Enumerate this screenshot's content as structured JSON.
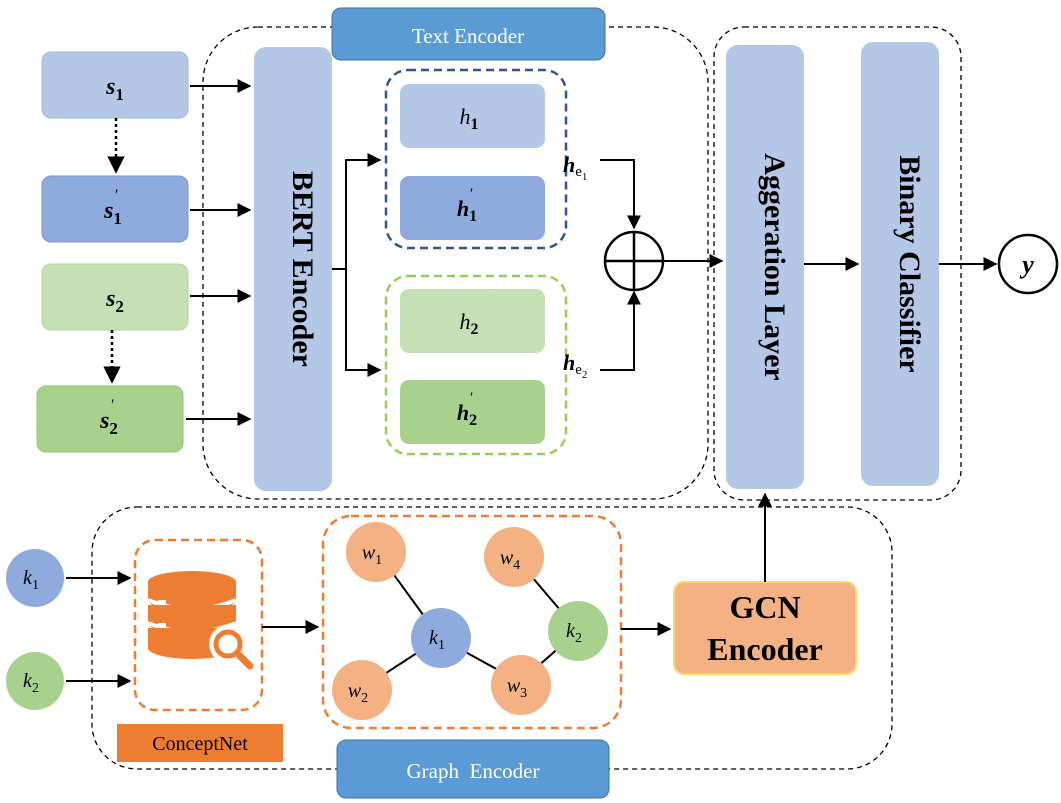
{
  "text_encoder_label": "Text Encoder",
  "graph_encoder_label": "Graph  Encoder",
  "bert_label": "BERT Encoder",
  "aggregation_label": "Aggeration Layer",
  "classifier_label": "Binary Classifier",
  "gcn_label_line1": "GCN",
  "gcn_label_line2": "Encoder",
  "conceptnet_label": "ConceptNet",
  "output_label": "y",
  "inputs": [
    {
      "base": "s",
      "sub": "1",
      "prime": false
    },
    {
      "base": "s",
      "sub": "1",
      "prime": true
    },
    {
      "base": "s",
      "sub": "2",
      "prime": false
    },
    {
      "base": "s",
      "sub": "2",
      "prime": true
    }
  ],
  "hidden": [
    {
      "base": "h",
      "sub": "1",
      "prime": false
    },
    {
      "base": "h",
      "sub": "1",
      "prime": true
    },
    {
      "base": "h",
      "sub": "2",
      "prime": false
    },
    {
      "base": "h",
      "sub": "2",
      "prime": true
    }
  ],
  "entity_reprs": [
    {
      "base": "h",
      "sub": "e",
      "subsub": "1"
    },
    {
      "base": "h",
      "sub": "e",
      "subsub": "2"
    }
  ],
  "keywords": [
    {
      "base": "k",
      "sub": "1"
    },
    {
      "base": "k",
      "sub": "2"
    }
  ],
  "graph_nodes": [
    {
      "base": "w",
      "sub": "1"
    },
    {
      "base": "w",
      "sub": "4"
    },
    {
      "base": "k",
      "sub": "1"
    },
    {
      "base": "k",
      "sub": "2"
    },
    {
      "base": "w",
      "sub": "2"
    },
    {
      "base": "w",
      "sub": "3"
    }
  ],
  "colors": {
    "input_light_blue": "#b4c7e7",
    "input_mid_blue": "#8faadc",
    "input_light_green": "#c5e0b4",
    "input_mid_green": "#a9d18e",
    "encoder_blue": "#b4c7e7",
    "header_blue": "#5b9bd5",
    "dash_blue": "#2f5597",
    "dash_green": "#92d050",
    "dash_orange": "#ed7d31",
    "conceptnet_orange": "#ed7d31",
    "node_orange": "#f4b183",
    "node_blue": "#8faadc",
    "node_green": "#a9d18e",
    "gcn_fill": "#f4b183",
    "gcn_border": "#ffd966"
  }
}
